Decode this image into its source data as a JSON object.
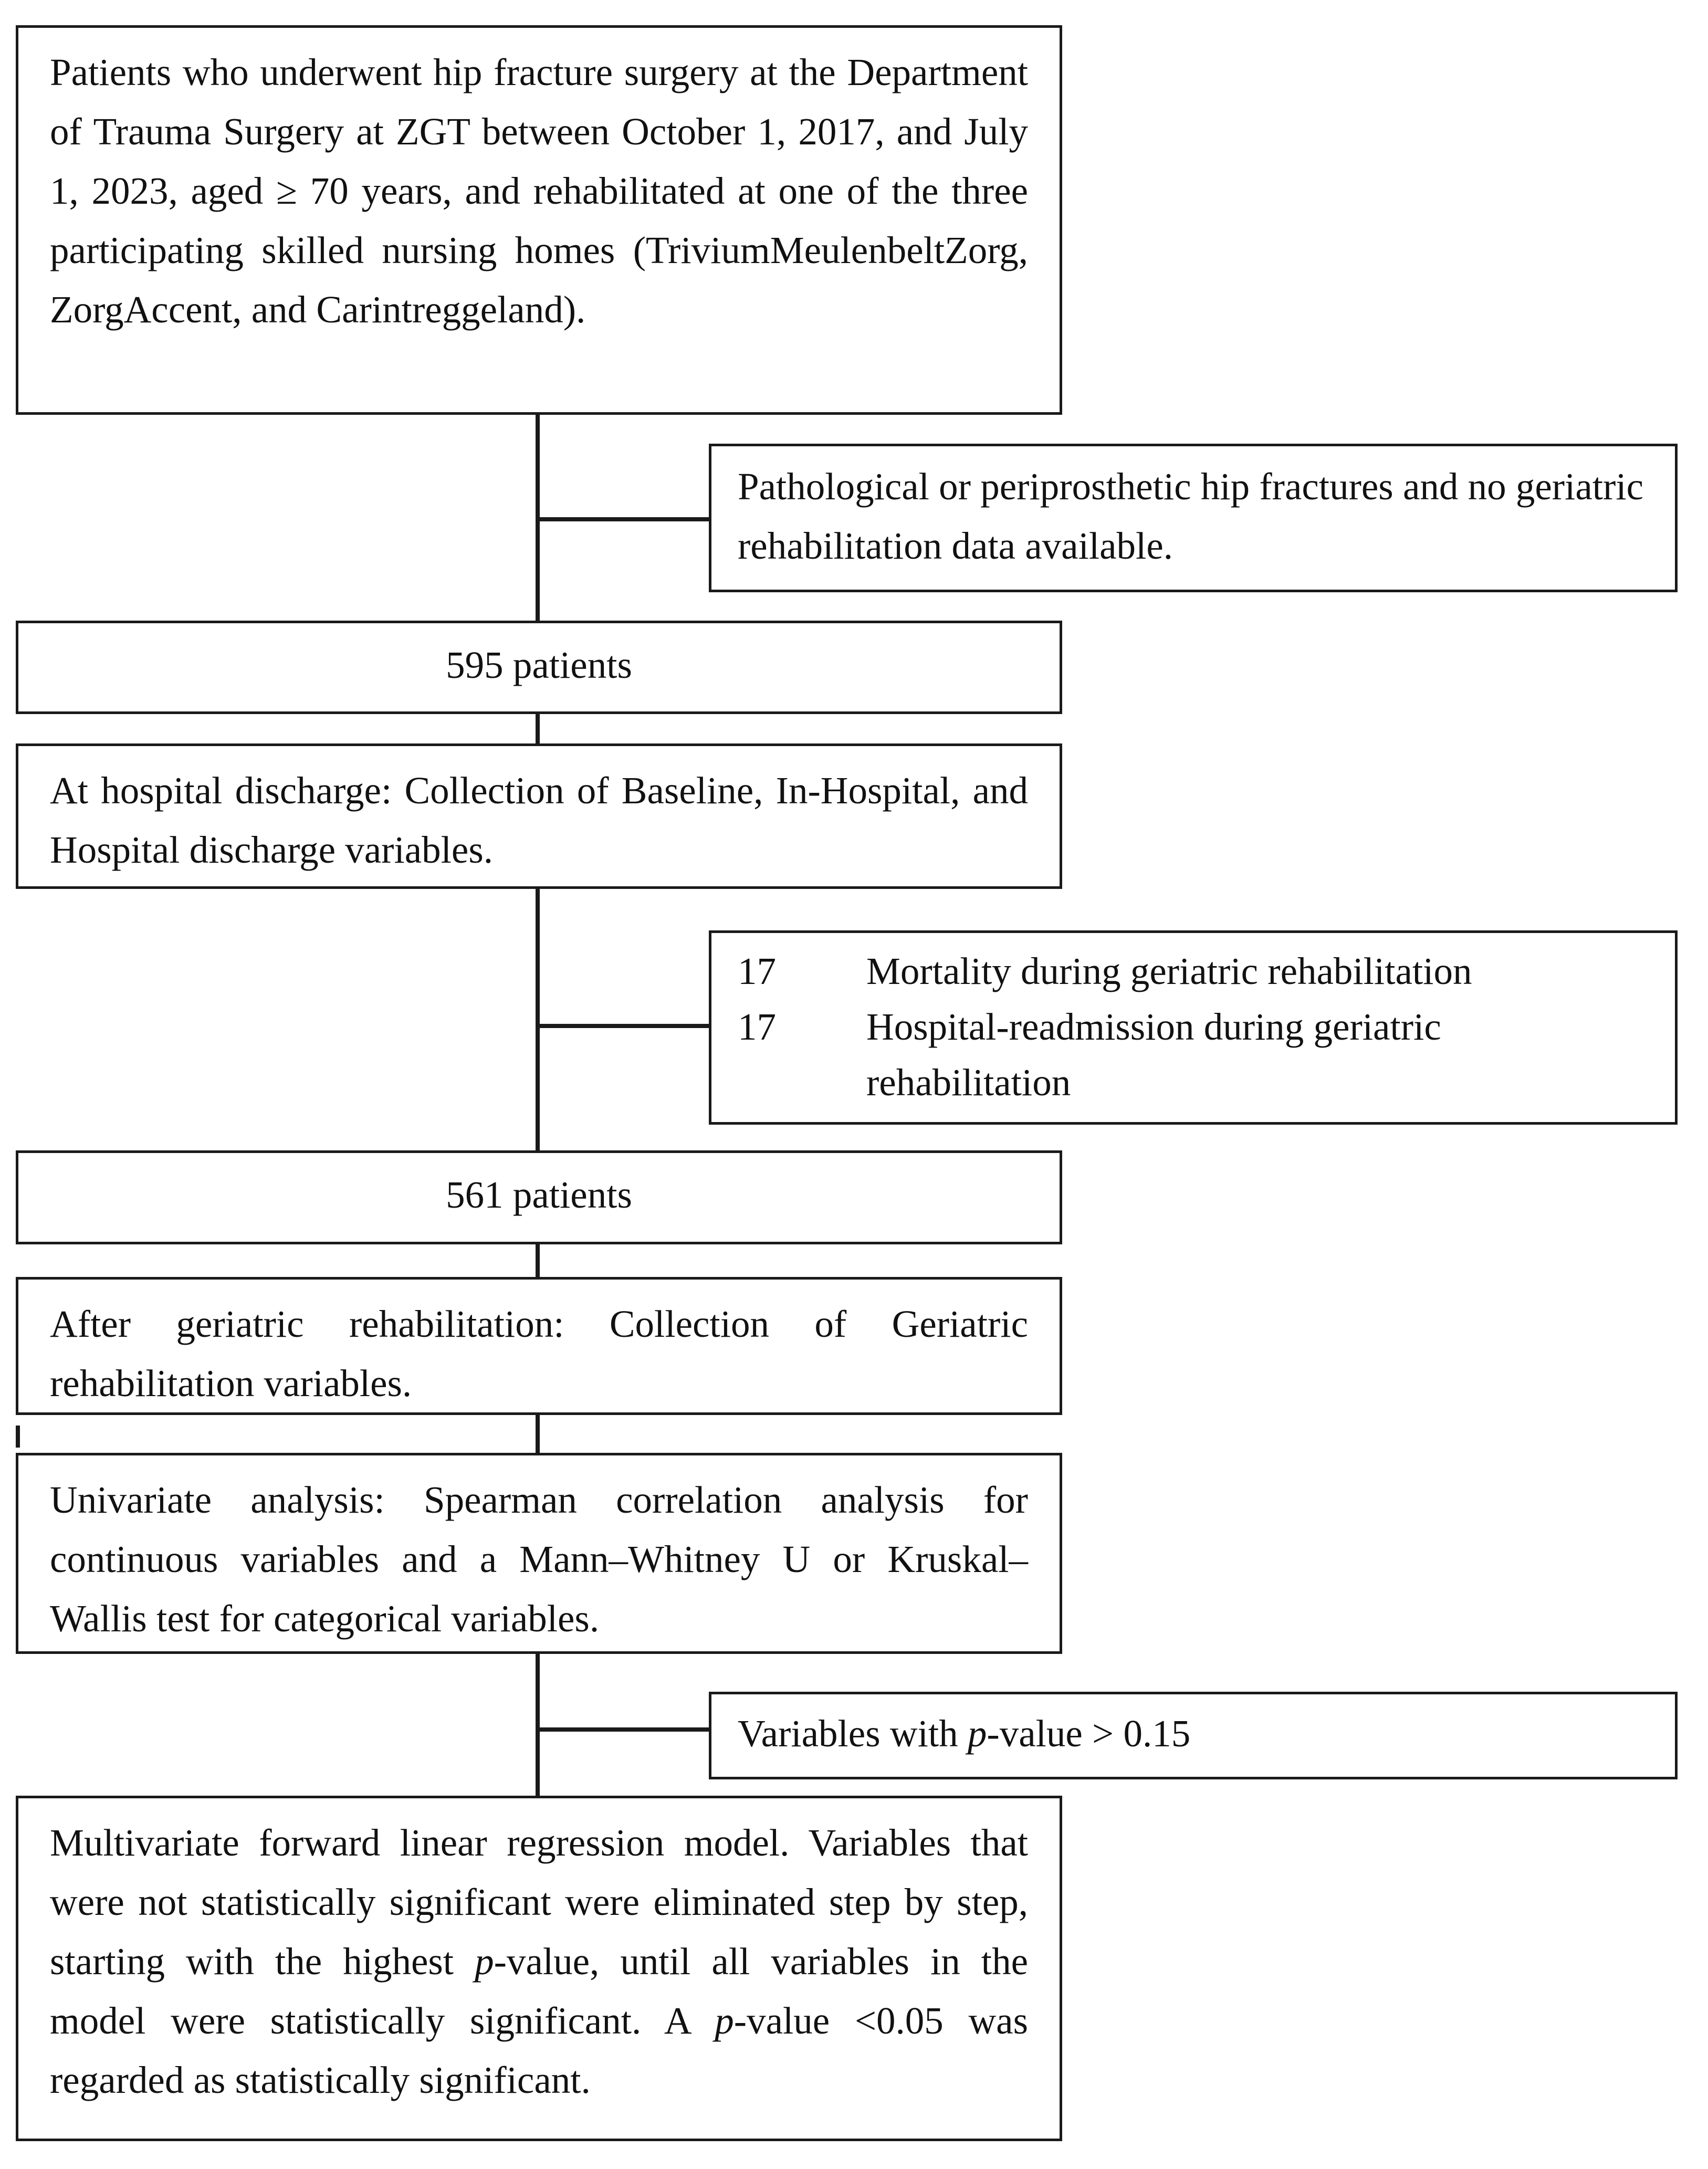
{
  "boxes": {
    "eligibility": "Patients who underwent hip fracture surgery at the Department of Trauma Surgery at ZGT between October 1, 2017, and July 1, 2023, aged ≥ 70 years, and rehabilitated at one of the three participating skilled nursing homes (TriviumMeulenbeltZorg, ZorgAccent, and Carintreggeland).",
    "exclusion_1": "Pathological or periprosthetic hip fractures and no geriatric rehabilitation data available.",
    "count_1": "595 patients",
    "discharge": "At hospital discharge: Collection of Baseline, In-Hospital, and Hospital discharge variables.",
    "exclusion_2": [
      {
        "n": "17",
        "text": "Mortality during geriatric rehabilitation"
      },
      {
        "n": "17",
        "text": "Hospital-readmission during geriatric rehabilitation"
      }
    ],
    "count_2": "561 patients",
    "after_rehab": "After geriatric rehabilitation: Collection of Geriatric rehabilitation variables.",
    "univariate": "Univariate analysis: Spearman correlation analysis for continuous variables and a Mann–Whitney U or Kruskal–Wallis test for categorical variables.",
    "exclusion_3": {
      "before": "Variables with ",
      "italic": "p",
      "after": "-value > 0.15"
    },
    "multivariate": {
      "part1": "Multivariate forward linear regression model. Variables that were not statistically significant were eliminated step by step, starting with the highest ",
      "italic1": "p",
      "part2": "-value, until all variables in the model were statistically significant. A ",
      "italic2": "p",
      "part3": "-value <0.05 was regarded as statistically significant."
    }
  }
}
